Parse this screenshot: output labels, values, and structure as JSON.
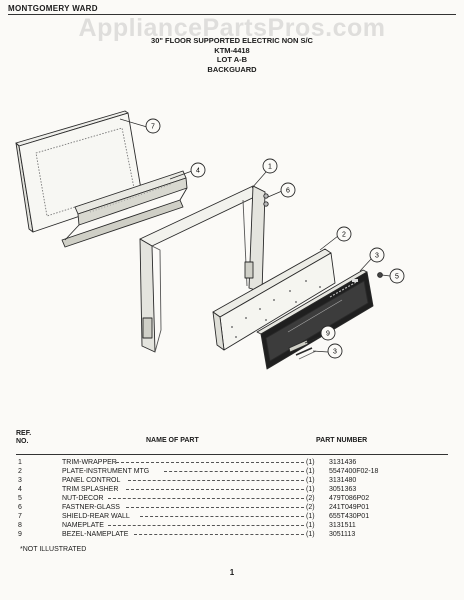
{
  "brand": "MONTGOMERY WARD",
  "watermark": "AppliancePartsPros.com",
  "title_lines": [
    "30\" FLOOR SUPPORTED ELECTRIC NON S/C",
    "KTM-4418",
    "LOT A-B",
    "BACKGUARD"
  ],
  "callouts": [
    "7",
    "4",
    "1",
    "6",
    "2",
    "3",
    "5",
    "9",
    "3"
  ],
  "table": {
    "headers": {
      "ref_line1": "REF.",
      "ref_line2": "NO.",
      "name": "NAME OF PART",
      "part_number": "PART NUMBER"
    },
    "rows": [
      {
        "ref": "1",
        "name": "TRIM-WRAPPER",
        "qty": "(1)",
        "pn": "3131436"
      },
      {
        "ref": "2",
        "name": "PLATE-INSTRUMENT MTG",
        "qty": "(1)",
        "pn": "5547400F02-18"
      },
      {
        "ref": "3",
        "name": "PANEL CONTROL",
        "qty": "(1)",
        "pn": "3131480"
      },
      {
        "ref": "4",
        "name": "TRIM SPLASHER",
        "qty": "(1)",
        "pn": "3051363"
      },
      {
        "ref": "5",
        "name": "NUT-DECOR",
        "qty": "(2)",
        "pn": "479T086P02"
      },
      {
        "ref": "6",
        "name": "FASTNER-GLASS",
        "qty": "(2)",
        "pn": "241T049P01"
      },
      {
        "ref": "7",
        "name": "SHIELD-REAR WALL",
        "qty": "(1)",
        "pn": "655T430P01"
      },
      {
        "ref": "8",
        "name": "NAMEPLATE",
        "qty": "(1)",
        "pn": "3131511"
      },
      {
        "ref": "9",
        "name": "BEZEL-NAMEPLATE",
        "qty": "(1)",
        "pn": "3051113"
      }
    ]
  },
  "footnote": "*NOT ILLUSTRATED",
  "page_number": "1"
}
